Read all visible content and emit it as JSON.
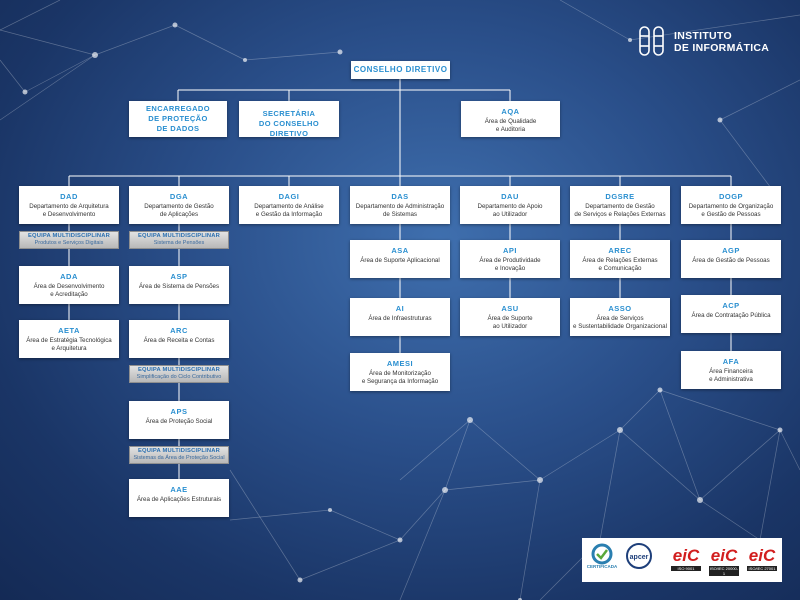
{
  "logo": {
    "line1": "INSTITUTO",
    "line2": "DE INFORMÁTICA"
  },
  "top": {
    "code": "CONSELHO DIRETIVO"
  },
  "staff": [
    {
      "code": "ENCARREGADO\nDE PROTEÇÃO\nDE DADOS"
    },
    {
      "code": "SECRETÁRIA\nDO CONSELHO DIRETIVO"
    },
    {
      "code": "AQA",
      "name": "Área de Qualidade\ne Auditoria"
    }
  ],
  "departments": [
    {
      "code": "DAD",
      "name": "Departamento de Arquitetura\ne Desenvolvimento"
    },
    {
      "code": "DGA",
      "name": "Departamento de Gestão\nde Aplicações"
    },
    {
      "code": "DAGI",
      "name": "Departamento de Análise\ne Gestão da Informação"
    },
    {
      "code": "DAS",
      "name": "Departamento de Administração\nde Sistemas"
    },
    {
      "code": "DAU",
      "name": "Departamento de Apoio\nao Utilizador"
    },
    {
      "code": "DGSRE",
      "name": "Departamento de Gestão\nde Serviços e Relações Externas"
    },
    {
      "code": "DOGP",
      "name": "Departamento de Organização\ne Gestão de Pessoas"
    }
  ],
  "areas": {
    "dad": [
      {
        "code": "ADA",
        "name": "Área de Desenvolvimento\ne Acreditação"
      },
      {
        "code": "AETA",
        "name": "Área de Estratégia Tecnológica\ne Arquitetura"
      }
    ],
    "dga": [
      {
        "code": "ASP",
        "name": "Área de Sistema de Pensões"
      },
      {
        "code": "ARC",
        "name": "Área de Receita e Contas"
      },
      {
        "code": "APS",
        "name": "Área de Proteção Social"
      },
      {
        "code": "AAE",
        "name": "Área de Aplicações Estruturais"
      }
    ],
    "das": [
      {
        "code": "ASA",
        "name": "Área de Suporte Aplicacional"
      },
      {
        "code": "AI",
        "name": "Área de Infraestruturas"
      },
      {
        "code": "AMESI",
        "name": "Área de Monitorização\ne Segurança da Informação"
      }
    ],
    "dau": [
      {
        "code": "API",
        "name": "Área de Produtividade\ne Inovação"
      },
      {
        "code": "ASU",
        "name": "Área de Suporte\nao Utilizador"
      }
    ],
    "dgsre": [
      {
        "code": "AREC",
        "name": "Área de Relações Externas\ne Comunicação"
      },
      {
        "code": "ASSO",
        "name": "Área de Serviços\ne Sustentabilidade Organizacional"
      }
    ],
    "dogp": [
      {
        "code": "AGP",
        "name": "Área de Gestão de Pessoas"
      },
      {
        "code": "ACP",
        "name": "Área de Contratação Pública"
      },
      {
        "code": "AFA",
        "name": "Área Financeira\ne Administrativa"
      }
    ]
  },
  "teams": [
    {
      "title": "EQUIPA MULTIDISCIPLINAR",
      "sub": "Produtos e Serviços Digitais"
    },
    {
      "title": "EQUIPA MULTIDISCIPLINAR",
      "sub": "Sistema de Pensões"
    },
    {
      "title": "EQUIPA MULTIDISCIPLINAR",
      "sub": "Simplificação do Ciclo Contributivo"
    },
    {
      "title": "EQUIPA MULTIDISCIPLINAR",
      "sub": "Sistemas da Área de Proteção Social"
    }
  ],
  "certifications": [
    {
      "label": "CERTIFICADA"
    },
    {
      "label": "apcer"
    },
    {
      "brand": "eiC",
      "standard": "ISO 9001"
    },
    {
      "brand": "eiC",
      "standard": "ISO/IEC 20000-1"
    },
    {
      "brand": "eiC",
      "standard": "ISO/IEC 27001"
    }
  ]
}
